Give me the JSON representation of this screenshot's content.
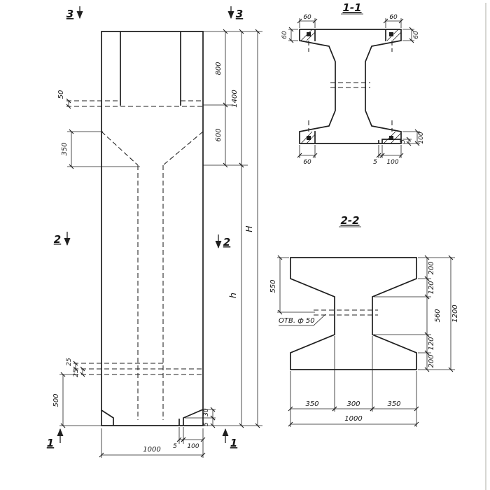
{
  "colors": {
    "ink": "#1f1f1f",
    "paper": "#ffffff"
  },
  "elevation": {
    "m3l": "3",
    "m3r": "3",
    "m2l": "2",
    "m2r": "2",
    "m1l": "1",
    "m1r": "1",
    "d50": "50",
    "d350": "350",
    "d800": "800",
    "d600": "600",
    "d1400": "1400",
    "dH": "H",
    "dh": "h",
    "d25a": "25",
    "d25b": "25",
    "d500": "500",
    "d1000": "1000",
    "dfoot5": "5",
    "dfoot100": "100",
    "dfoot30": "30",
    "dfoot5v": "5"
  },
  "section1": {
    "title": "1-1",
    "d60tl": "60",
    "d60tr": "60",
    "d60l": "60",
    "d60r": "60",
    "d60bl": "60",
    "d5b": "5",
    "d100b": "100",
    "d5r": "5",
    "d100r": "100"
  },
  "section2": {
    "title": "2-2",
    "hole": "ОТВ. ф 50",
    "d550": "550",
    "d200t": "200",
    "d120t": "120",
    "d560": "560",
    "d120b": "120",
    "d200b": "200",
    "d1200": "1200",
    "d350l": "350",
    "d300": "300",
    "d350r": "350",
    "d1000": "1000"
  }
}
